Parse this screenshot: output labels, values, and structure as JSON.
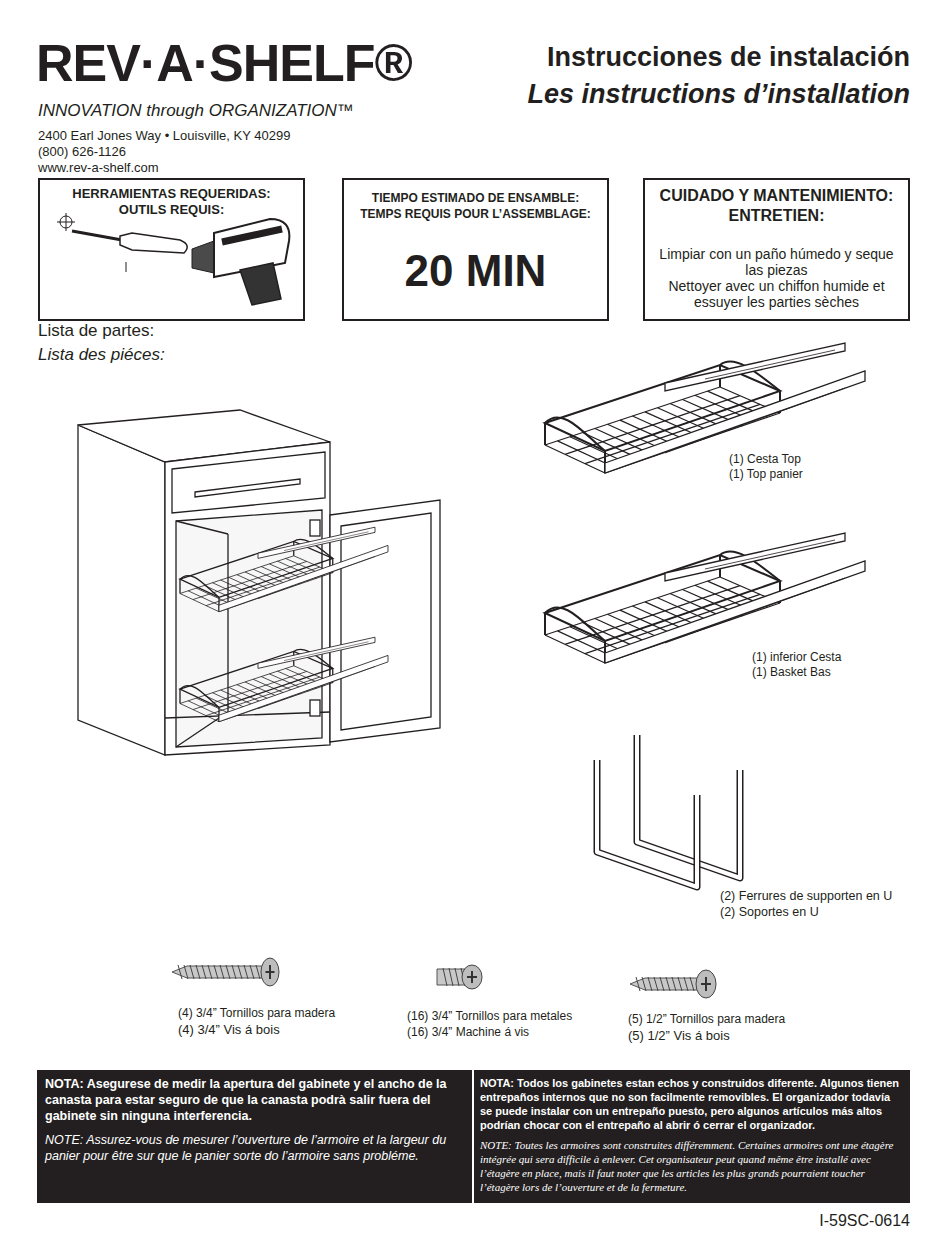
{
  "diagram": {
    "title": "Instrucciones de instalación",
    "nodes": [
      {
        "text": [
          "HERRAMIENTAS REQUERIDAS:",
          "OUTILS REQUIS:"
        ]
      },
      {
        "text": [
          "TIEMPO ESTIMADO DE ENSAMBLE:",
          "TEMPS REQUIS POUR L’ASSEMBLAGE:",
          "20 MIN"
        ]
      },
      {
        "text": [
          "CUIDADO Y MANTENIMIENTO:",
          "ENTRETIEN:",
          "Limpiar con un paño húmedo y seque las piezas",
          "Nettoyer avec un chiffon humide et essuyer les parties sèches"
        ]
      },
      {
        "text": [
          "NOTA: Asegurese de medir la apertura del gabinete y el ancho de la canasta para estar seguro de que la canasta podrà salir fuera del gabinete sin ninguna interferencia.",
          "NOTE: Assurez-vous de mesurer l’ouverture de l’armoire et la largeur du panier pour être sur que le panier sorte do l’armoire sans probléme."
        ]
      },
      {
        "text": [
          "NOTA: Todos los gabinetes estan echos y construidos diferente. Algunos tienen entrepaños internos que no son facilmente removibles. El organizador todavía se puede instalar con un entrepaño puesto, pero algunos artículos más altos podrían chocar con el entrepaño al abrir ó cerrar el organizador.",
          "NOTE: Toutes les armoires sont construites différemment. Certaines armoires ont une étagère intégrée qui sera difficile à enlever. Cet organisateur peut quand même être installé avec l’étagère en place, mais il faut noter que les articles les plus grands pourraient toucher l’étagère lors de l’ouverture et de la fermeture."
        ]
      }
    ],
    "labels": [
      "REV·A·SHELF®",
      "INNOVATION through ORGANIZATION™",
      "2400 Earl Jones Way • Louisville, KY 40299",
      "(800) 626-1126",
      "www.rev-a-shelf.com",
      "Les instructions d’installation",
      "Lista de partes:",
      "Lista des piéces:",
      "(1) Cesta Top",
      "(1) Top panier",
      "(1) inferior Cesta",
      "(1) Basket Bas",
      "(2) Ferrures de supporten en U",
      "(2) Soportes en U",
      "(4) 3/4” Tornillos para madera",
      "(4) 3/4” Vis á bois",
      "(16) 3/4” Tornillos para metales",
      "(16) 3/4” Machine á vis",
      "(5) 1/2” Tornillos para madera",
      "(5) 1/2” Vis á bois",
      "I-59SC-0614"
    ]
  }
}
